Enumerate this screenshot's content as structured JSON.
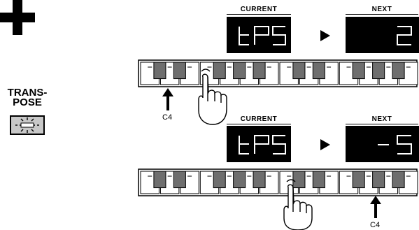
{
  "transpose_button": {
    "line1": "TRANS-",
    "line2": "POSE"
  },
  "panels": [
    {
      "current_label": "CURRENT",
      "current_display": "tPS",
      "next_label": "NEXT",
      "next_display": "2",
      "c4_label": "C4"
    },
    {
      "current_label": "CURRENT",
      "current_display": "tPS",
      "next_label": "NEXT",
      "next_display": "-5",
      "c4_label": "C4"
    }
  ],
  "colors": {
    "display_bg": "#000000",
    "segment": "#ffffff",
    "black_key": "#6e6e6e",
    "button_bg": "#c8c8c8"
  },
  "icons": [
    "finger-press-icon",
    "up-arrow-icon",
    "led-blink-icon",
    "plus-icon",
    "right-triangle-icon"
  ]
}
